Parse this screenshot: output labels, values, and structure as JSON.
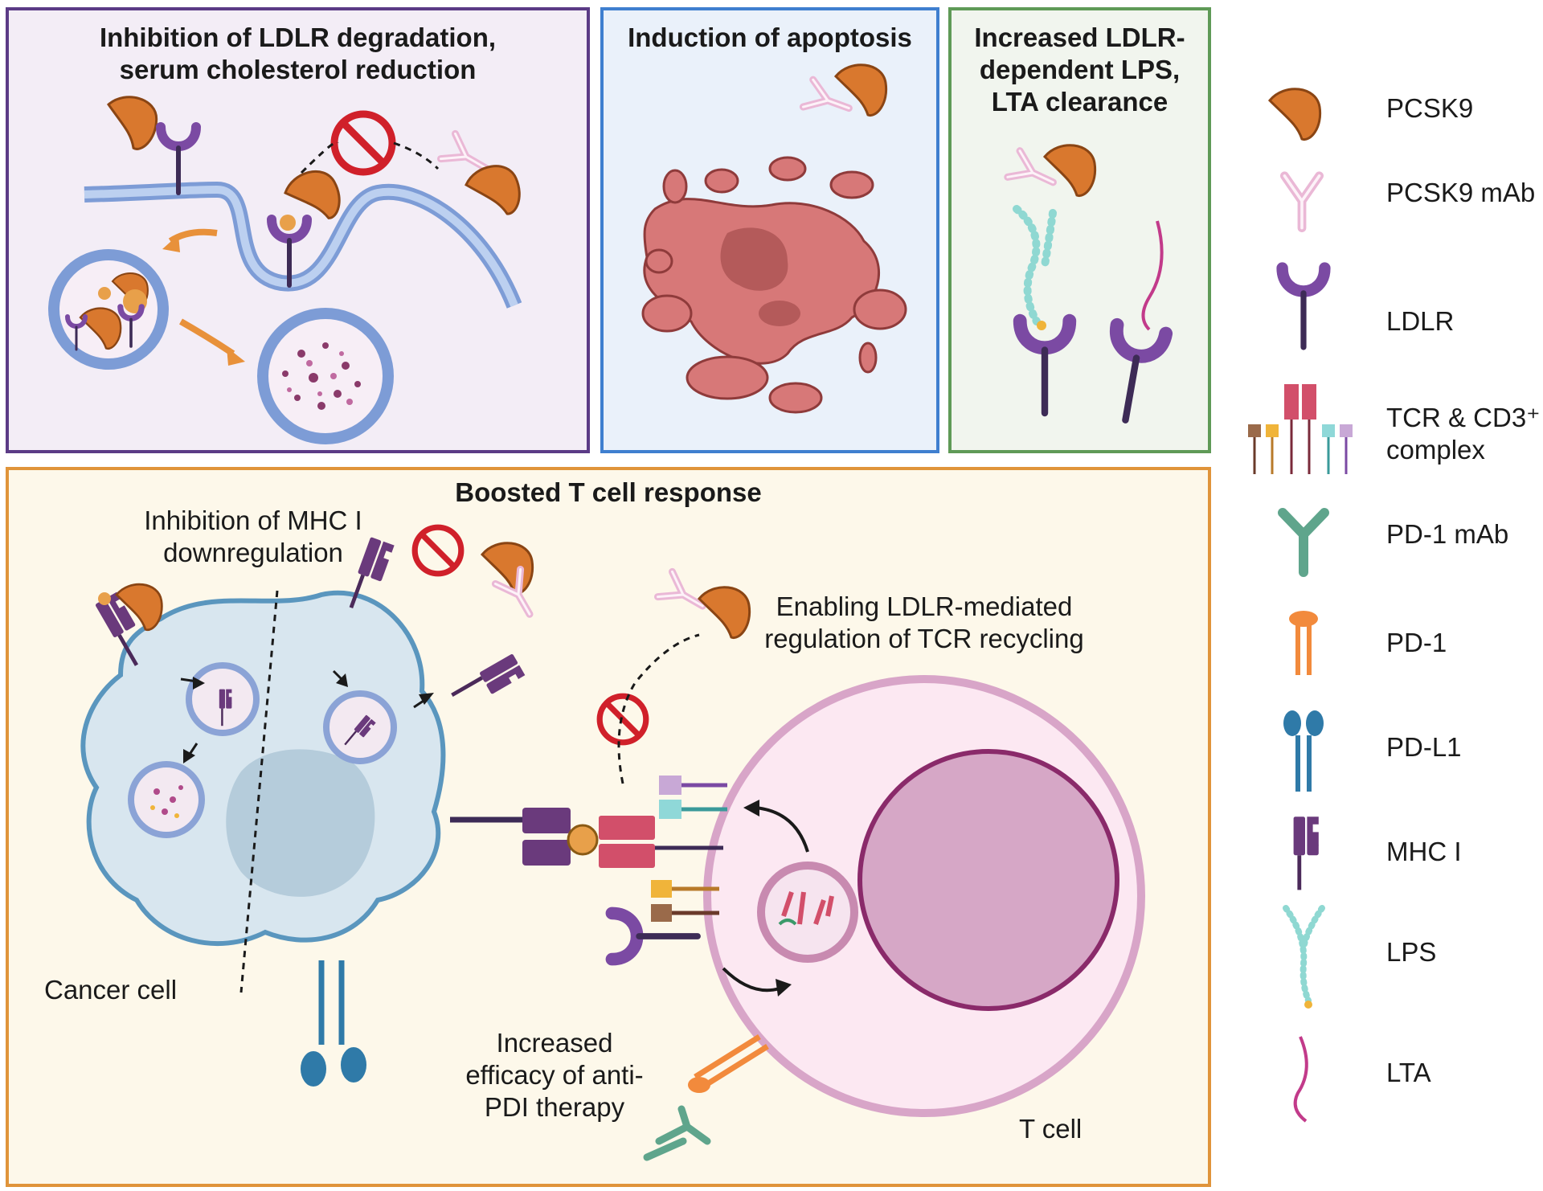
{
  "panels": {
    "ldlr_degradation": {
      "title": "Inhibition of LDLR degradation,\nserum cholesterol reduction"
    },
    "apoptosis": {
      "title": "Induction of apoptosis"
    },
    "clearance": {
      "title": "Increased LDLR-\ndependent  LPS,\nLTA clearance"
    },
    "t_cell": {
      "title": "Boosted T cell response",
      "mhc_label": "Inhibition of MHC I\ndownregulation",
      "tcr_label": "Enabling LDLR-mediated\nregulation of TCR recycling",
      "cancer_cell_label": "Cancer cell",
      "therapy_label": "Increased\nefficacy of anti-\nPDI therapy",
      "t_cell_label": "T cell"
    }
  },
  "legend": [
    {
      "label": "PCSK9",
      "icon": "pcsk9-icon",
      "color": "#d9782e"
    },
    {
      "label": "PCSK9 mAb",
      "icon": "pcsk9-mab-icon",
      "color": "#eab8d6"
    },
    {
      "label": "LDLR",
      "icon": "ldlr-icon",
      "color": "#7b4aa3"
    },
    {
      "label": "TCR & CD3⁺\ncomplex",
      "icon": "tcr-cd3-complex-icon",
      "color": "#d24f6a"
    },
    {
      "label": "PD-1 mAb",
      "icon": "pd1-mab-icon",
      "color": "#5fa58c"
    },
    {
      "label": "PD-1",
      "icon": "pd1-icon",
      "color": "#f28a3c"
    },
    {
      "label": "PD-L1",
      "icon": "pdl1-icon",
      "color": "#2f7aa8"
    },
    {
      "label": "MHC I",
      "icon": "mhc-i-icon",
      "color": "#6a3a7c"
    },
    {
      "label": "LPS",
      "icon": "lps-icon",
      "color": "#8fd8d2"
    },
    {
      "label": "LTA",
      "icon": "lta-icon",
      "color": "#c23a8a"
    }
  ]
}
